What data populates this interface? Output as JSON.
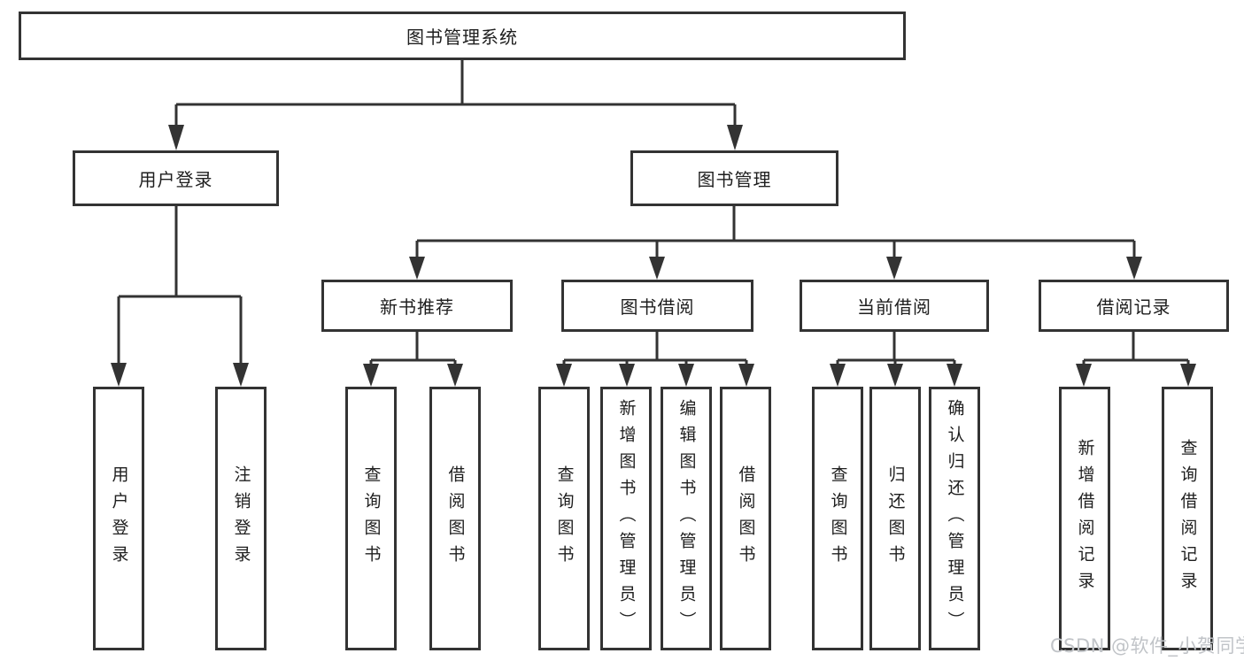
{
  "tree": {
    "label": "图书管理系统",
    "children": [
      {
        "label": "用户登录",
        "children": [
          {
            "label": "用户登录"
          },
          {
            "label": "注销登录"
          }
        ]
      },
      {
        "label": "图书管理",
        "children": [
          {
            "label": "新书推荐",
            "children": [
              {
                "label": "查询图书"
              },
              {
                "label": "借阅图书"
              }
            ]
          },
          {
            "label": "图书借阅",
            "children": [
              {
                "label": "查询图书"
              },
              {
                "label": "新增图书（管理员）"
              },
              {
                "label": "编辑图书（管理员）"
              },
              {
                "label": "借阅图书"
              }
            ]
          },
          {
            "label": "当前借阅",
            "children": [
              {
                "label": "查询图书"
              },
              {
                "label": "归还图书"
              },
              {
                "label": "确认归还（管理员）"
              }
            ]
          },
          {
            "label": "借阅记录",
            "children": [
              {
                "label": "新增借阅记录"
              },
              {
                "label": "查询借阅记录"
              }
            ]
          }
        ]
      }
    ]
  },
  "watermark": "CSDN @软件_小贺同学",
  "colors": {
    "line": "#333333",
    "box_border": "#333333",
    "box_fill": "#ffffff",
    "text": "#1e1e1e",
    "watermark": "#c1c4c8"
  }
}
